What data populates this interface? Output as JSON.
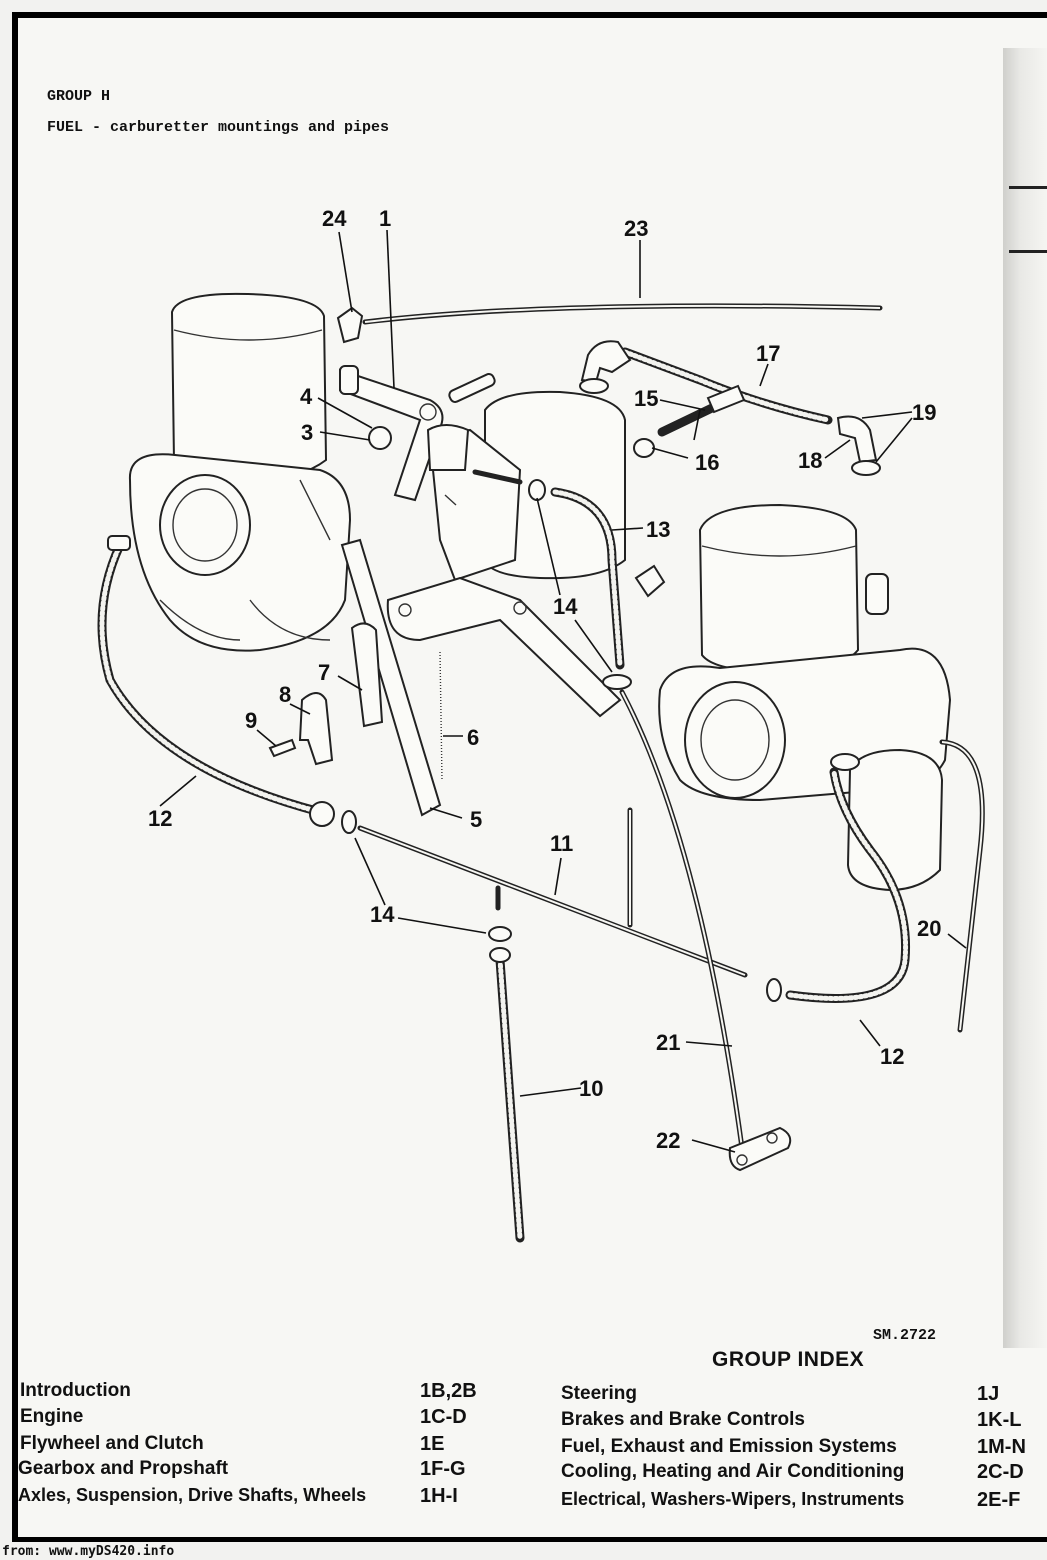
{
  "header": {
    "group": "GROUP H",
    "subtitle": "FUEL - carburetter mountings and pipes"
  },
  "diagram": {
    "drawing_code": "SM.2722",
    "callouts": [
      "24",
      "1",
      "23",
      "17",
      "4",
      "3",
      "15",
      "19",
      "16",
      "18",
      "13",
      "14",
      "7",
      "8",
      "9",
      "6",
      "12",
      "5",
      "11",
      "14",
      "20",
      "12",
      "21",
      "10",
      "22"
    ]
  },
  "group_index": {
    "title": "GROUP INDEX",
    "left": [
      {
        "label": "Introduction",
        "code": "1B,2B"
      },
      {
        "label": "Engine",
        "code": "1C-D"
      },
      {
        "label": "Flywheel and Clutch",
        "code": "1E"
      },
      {
        "label": "Gearbox and Propshaft",
        "code": "1F-G"
      },
      {
        "label": "Axles, Suspension, Drive Shafts, Wheels",
        "code": "1H-I"
      }
    ],
    "right": [
      {
        "label": "Steering",
        "code": "1J"
      },
      {
        "label": "Brakes and Brake Controls",
        "code": "1K-L"
      },
      {
        "label": "Fuel, Exhaust and Emission Systems",
        "code": "1M-N"
      },
      {
        "label": "Cooling, Heating and Air Conditioning",
        "code": "2C-D"
      },
      {
        "label": "Electrical, Washers-Wipers, Instruments",
        "code": "2E-F"
      }
    ]
  },
  "footer": {
    "source": "from: www.myDS420.info"
  }
}
